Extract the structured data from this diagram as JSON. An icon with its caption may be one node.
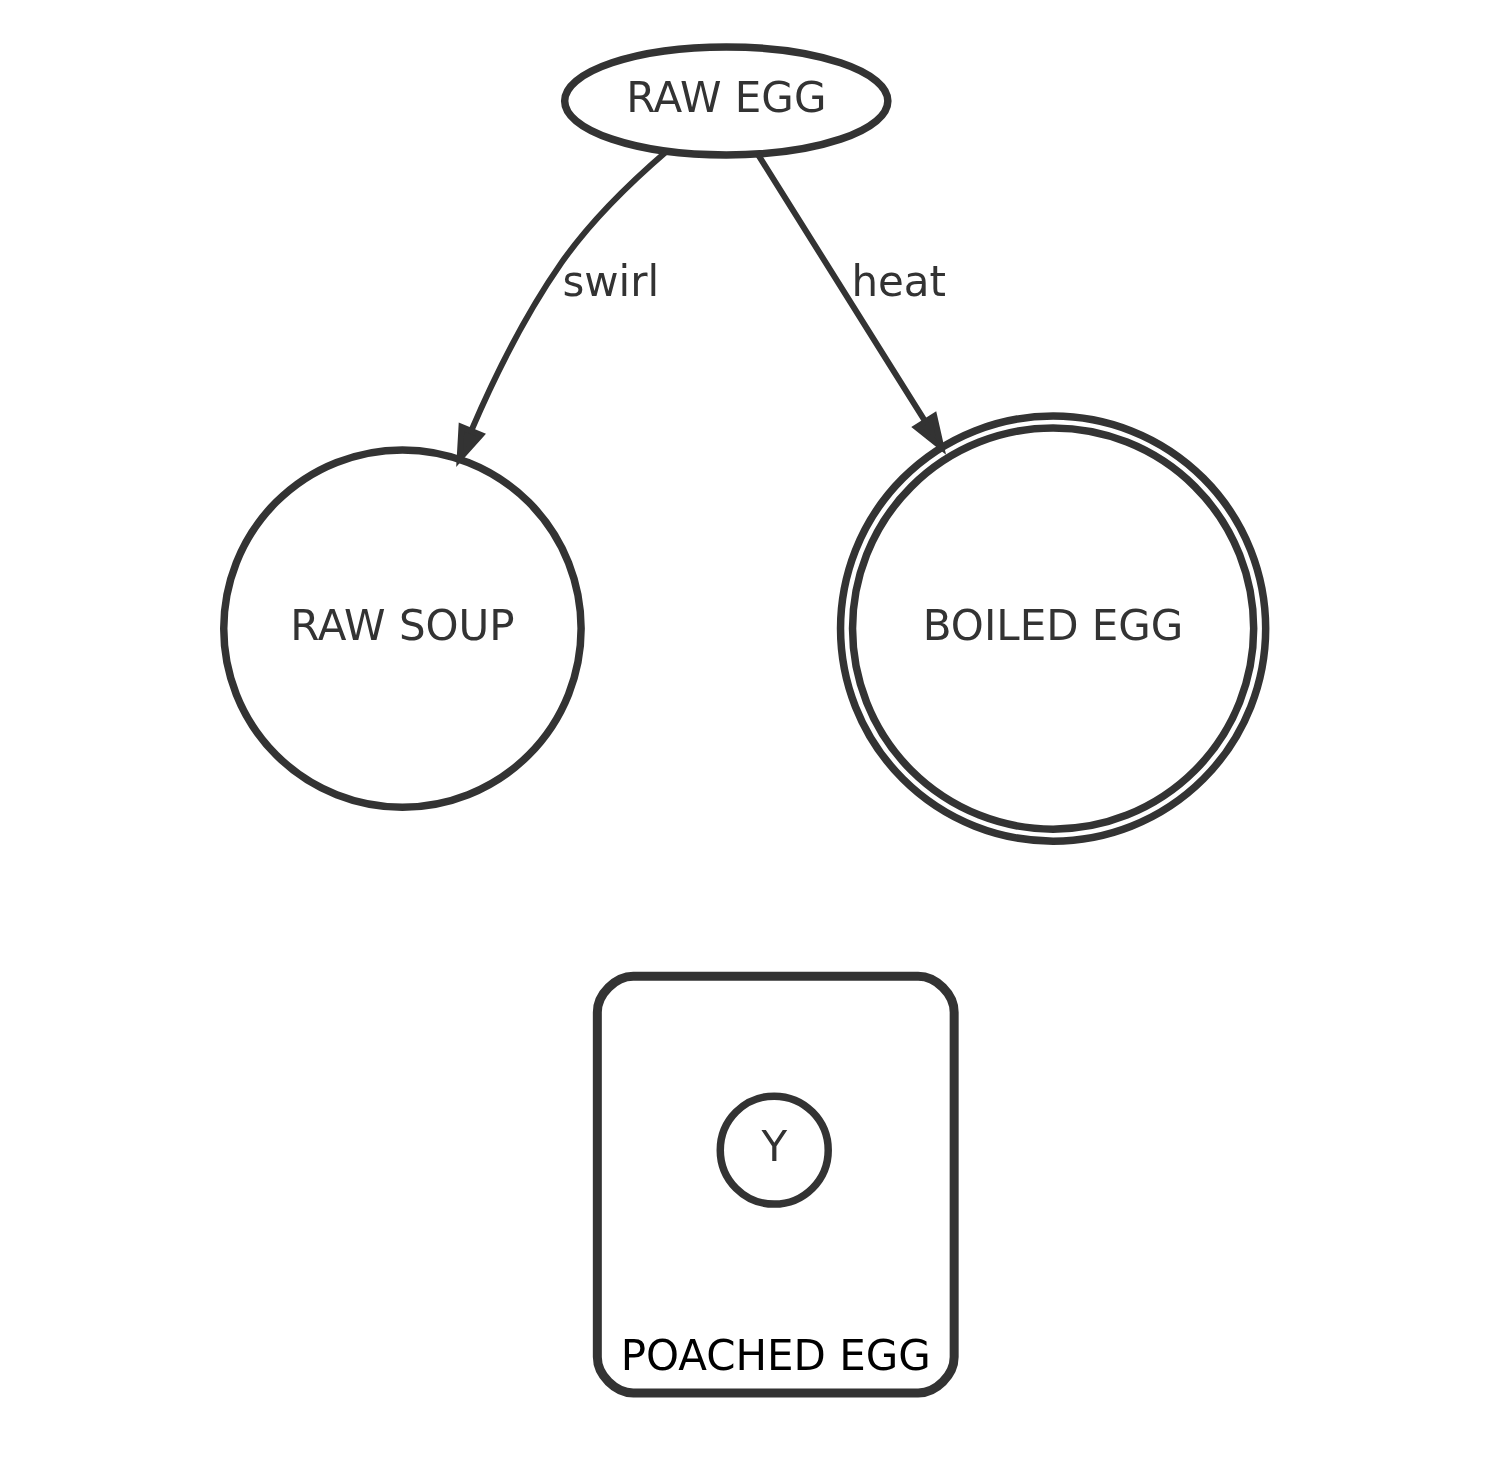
{
  "diagram": {
    "nodes": [
      {
        "text": [
          "RAW EGG"
        ]
      },
      {
        "text": [
          "RAW SOUP"
        ]
      },
      {
        "text": [
          "BOILED EGG"
        ]
      },
      {
        "text": [
          "POACHED EGG"
        ]
      },
      {
        "text": [
          "Y"
        ],
        "in": 3
      }
    ],
    "edges": [
      {
        "from": 0,
        "to": 1,
        "arrow": "to",
        "label": "swirl"
      },
      {
        "from": 0,
        "to": 2,
        "arrow": "to",
        "label": "heat"
      }
    ]
  }
}
